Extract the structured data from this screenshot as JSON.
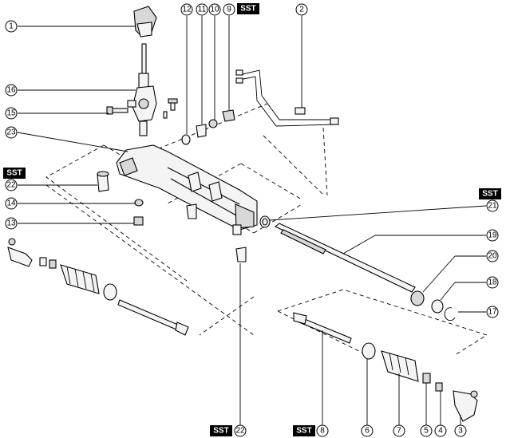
{
  "sst_label": "SST",
  "callouts": [
    "1",
    "2",
    "3",
    "4",
    "5",
    "6",
    "7",
    "8",
    "9",
    "10",
    "11",
    "12",
    "13",
    "14",
    "15",
    "16",
    "17",
    "18",
    "19",
    "20",
    "21",
    "22",
    "22",
    "23"
  ]
}
